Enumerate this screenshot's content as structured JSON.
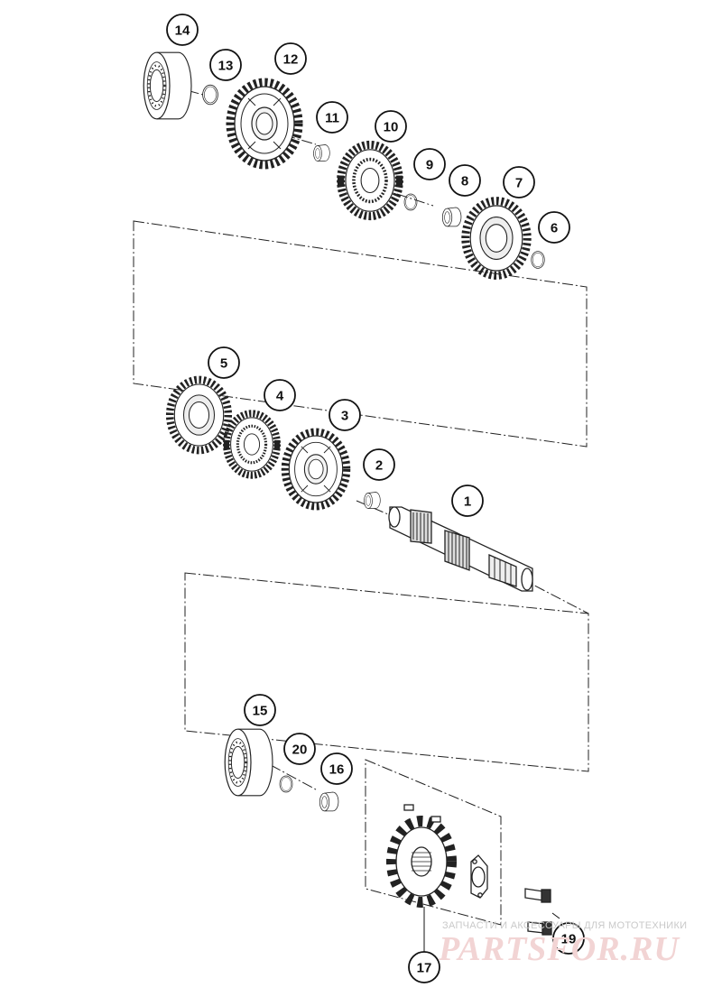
{
  "callouts": [
    {
      "id": "1",
      "label": "1"
    },
    {
      "id": "2",
      "label": "2"
    },
    {
      "id": "3",
      "label": "3"
    },
    {
      "id": "4",
      "label": "4"
    },
    {
      "id": "5",
      "label": "5"
    },
    {
      "id": "6",
      "label": "6"
    },
    {
      "id": "7",
      "label": "7"
    },
    {
      "id": "8",
      "label": "8"
    },
    {
      "id": "9",
      "label": "9"
    },
    {
      "id": "10",
      "label": "10"
    },
    {
      "id": "11",
      "label": "11"
    },
    {
      "id": "12",
      "label": "12"
    },
    {
      "id": "13",
      "label": "13"
    },
    {
      "id": "14",
      "label": "14"
    },
    {
      "id": "15",
      "label": "15"
    },
    {
      "id": "16",
      "label": "16"
    },
    {
      "id": "17",
      "label": "17"
    },
    {
      "id": "19",
      "label": "19"
    },
    {
      "id": "20",
      "label": "20"
    }
  ],
  "watermark": {
    "caption": "ЗАПЧАСТИ И АКСЕССУАРЫ ДЛЯ МОТОТЕХНИКИ",
    "logo": "PARTSFOR.RU",
    "logo_color": "#f2d4d4"
  },
  "colors": {
    "line": "#222222",
    "background": "#ffffff"
  }
}
